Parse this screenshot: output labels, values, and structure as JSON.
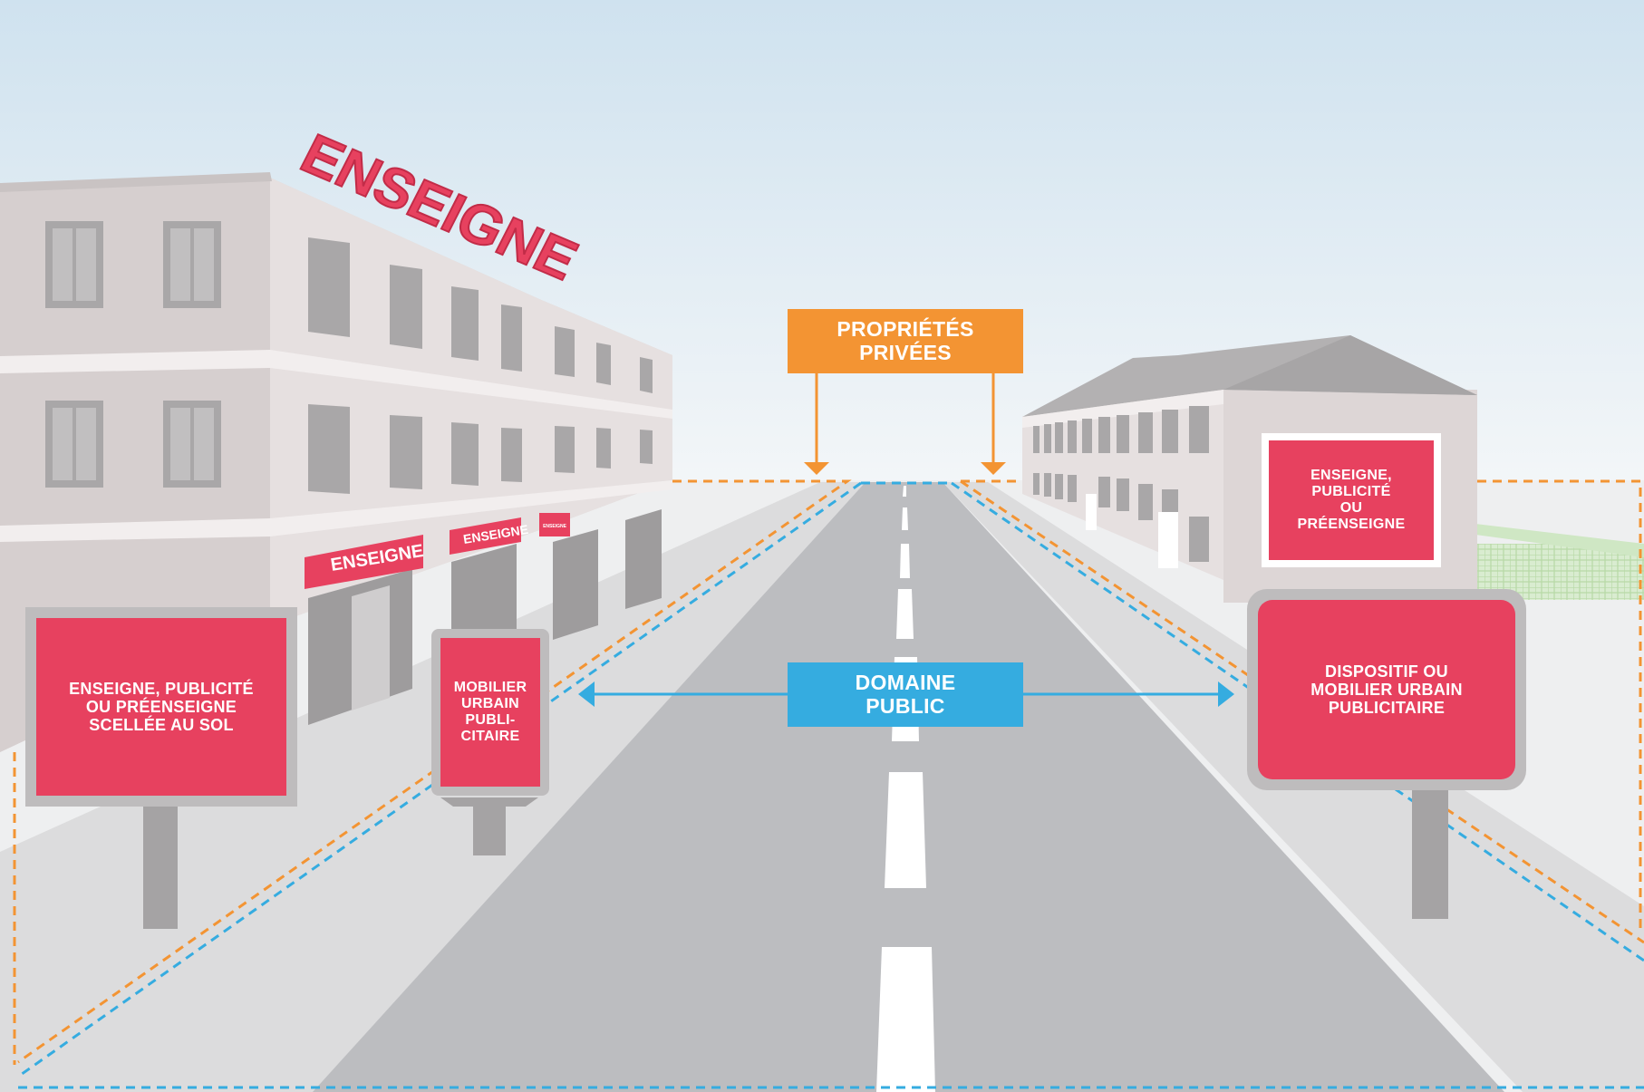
{
  "colors": {
    "sign_red": "#e7415f",
    "private_orange": "#f39433",
    "public_blue": "#35ace0",
    "sky_top": "#cfe2ef",
    "road": "#bcbdc0",
    "building": "#dcd6d6"
  },
  "rooftop_sign": {
    "text": "ENSEIGNE"
  },
  "facade_signs": [
    {
      "text": "ENSEIGNE"
    },
    {
      "text": "ENSEIGNE"
    },
    {
      "text": "ENSEIGNE"
    }
  ],
  "callouts": {
    "private": {
      "lines": [
        "PROPRIÉTÉS",
        "PRIVÉES"
      ]
    },
    "public": {
      "lines": [
        "DOMAINE",
        "PUBLIC"
      ]
    }
  },
  "signs": {
    "ground_sign": {
      "lines": [
        "ENSEIGNE, PUBLICITÉ",
        "OU PRÉENSEIGNE",
        "SCELLÉE AU SOL"
      ]
    },
    "street_furniture": {
      "lines": [
        "MOBILIER",
        "URBAIN",
        "PUBLI-",
        "CITAIRE"
      ]
    },
    "wall_sign": {
      "lines": [
        "ENSEIGNE,",
        "PUBLICITÉ",
        "OU",
        "PRÉENSEIGNE"
      ]
    },
    "urban_device": {
      "lines": [
        "DISPOSITIF OU",
        "MOBILIER URBAIN",
        "PUBLICITAIRE"
      ]
    }
  }
}
